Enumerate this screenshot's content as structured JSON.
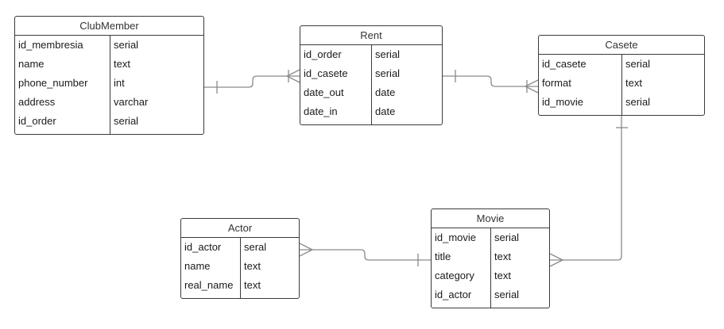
{
  "entities": {
    "clubmember": {
      "title": "ClubMember",
      "rows": [
        {
          "name": "id_membresia",
          "type": "serial"
        },
        {
          "name": "name",
          "type": "text"
        },
        {
          "name": "phone_number",
          "type": "int"
        },
        {
          "name": "address",
          "type": "varchar"
        },
        {
          "name": "id_order",
          "type": "serial"
        }
      ]
    },
    "rent": {
      "title": "Rent",
      "rows": [
        {
          "name": "id_order",
          "type": "serial"
        },
        {
          "name": "id_casete",
          "type": "serial"
        },
        {
          "name": "date_out",
          "type": "date"
        },
        {
          "name": "date_in",
          "type": "date"
        }
      ]
    },
    "casete": {
      "title": "Casete",
      "rows": [
        {
          "name": "id_casete",
          "type": "serial"
        },
        {
          "name": "format",
          "type": "text"
        },
        {
          "name": "id_movie",
          "type": "serial"
        }
      ]
    },
    "actor": {
      "title": "Actor",
      "rows": [
        {
          "name": "id_actor",
          "type": "seral"
        },
        {
          "name": "name",
          "type": "text"
        },
        {
          "name": "real_name",
          "type": "text"
        }
      ]
    },
    "movie": {
      "title": "Movie",
      "rows": [
        {
          "name": "id_movie",
          "type": "serial"
        },
        {
          "name": "title",
          "type": "text"
        },
        {
          "name": "category",
          "type": "text"
        },
        {
          "name": "id_actor",
          "type": "serial"
        }
      ]
    }
  },
  "colors": {
    "border": "#3a3a3a",
    "connector": "#8a8a8a",
    "text": "#1a1a1a"
  }
}
